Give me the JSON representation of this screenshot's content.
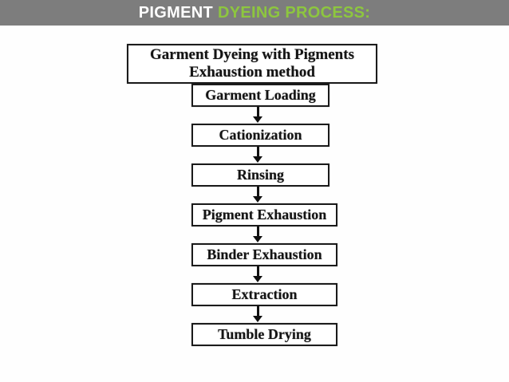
{
  "header": {
    "title_white": "PIGMENT",
    "title_green": "DYEING PROCESS:",
    "bg_color": "#7D7D7D",
    "accent_color": "#8DC63F",
    "white_color": "#FFFFFF"
  },
  "flowchart": {
    "title_box": {
      "line1": "Garment Dyeing with Pigments",
      "line2": "Exhaustion method"
    },
    "steps": [
      "Garment Loading",
      "Cationization",
      "Rinsing",
      "Pigment Exhaustion",
      "Binder Exhaustion",
      "Extraction",
      "Tumble Drying"
    ],
    "box_border_color": "#1b1b1b",
    "text_color": "#141414",
    "background": "#FFFFFF",
    "arrow_color": "#101010"
  }
}
